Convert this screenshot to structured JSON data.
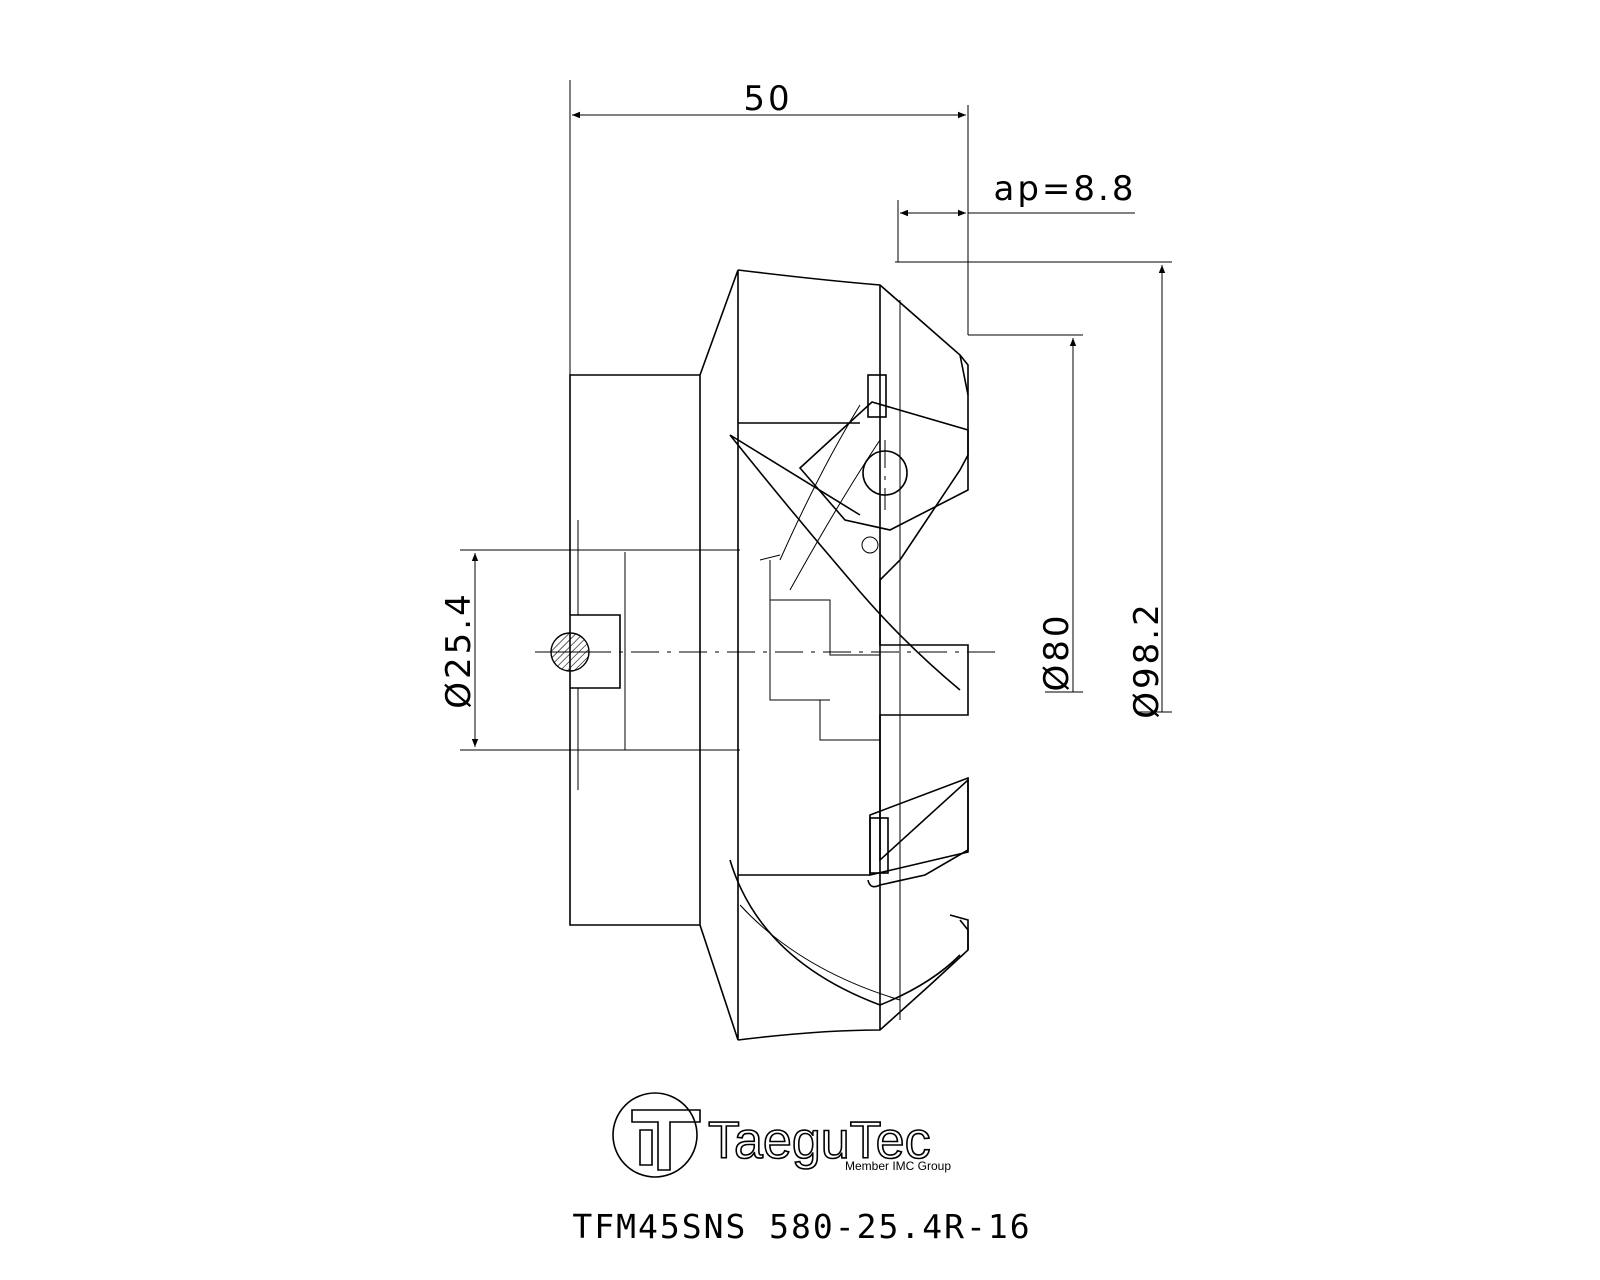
{
  "dimensions": {
    "length": "50",
    "ap": "ap=8.8",
    "bore": "Ø25.4",
    "d80": "Ø80",
    "d98": "Ø98.2"
  },
  "logo": {
    "brand": "TaeguTec",
    "tagline": "Member IMC Group"
  },
  "model": "TFM45SNS 580-25.4R-16"
}
